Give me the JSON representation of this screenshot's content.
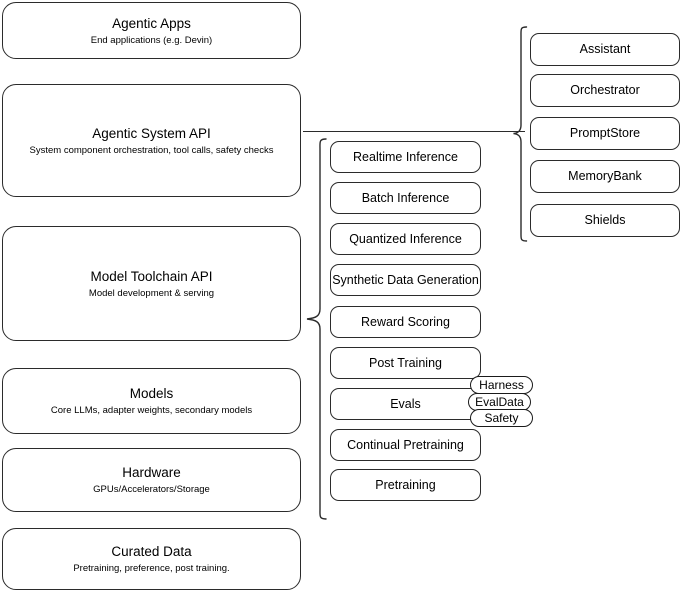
{
  "diagram": {
    "title": "Agentic AI stack layered architecture",
    "stroke_color": "#2b2b2b",
    "background_color": "#ffffff"
  },
  "stack": {
    "layers": [
      {
        "title": "Agentic Apps",
        "subtitle": "End applications (e.g. Devin)"
      },
      {
        "title": "Agentic System API",
        "subtitle": "System component orchestration, tool calls, safety checks"
      },
      {
        "title": "Model Toolchain API",
        "subtitle": "Model development & serving"
      },
      {
        "title": "Models",
        "subtitle": "Core LLMs, adapter weights, secondary models"
      },
      {
        "title": "Hardware",
        "subtitle": "GPUs/Accelerators/Storage"
      },
      {
        "title": "Curated Data",
        "subtitle": "Pretraining, preference, post training."
      }
    ]
  },
  "toolchain_column": {
    "items": [
      {
        "label": "Realtime Inference"
      },
      {
        "label": "Batch Inference"
      },
      {
        "label": "Quantized Inference"
      },
      {
        "label": "Synthetic Data Generation"
      },
      {
        "label": "Reward Scoring"
      },
      {
        "label": "Post Training"
      },
      {
        "label": "Evals"
      },
      {
        "label": "Continual Pretraining"
      },
      {
        "label": "Pretraining"
      }
    ],
    "eval_tags": [
      {
        "label": "Harness"
      },
      {
        "label": "EvalData"
      },
      {
        "label": "Safety"
      }
    ]
  },
  "system_column": {
    "items": [
      {
        "label": "Assistant"
      },
      {
        "label": "Orchestrator"
      },
      {
        "label": "PromptStore"
      },
      {
        "label": "MemoryBank"
      },
      {
        "label": "Shields"
      }
    ]
  }
}
